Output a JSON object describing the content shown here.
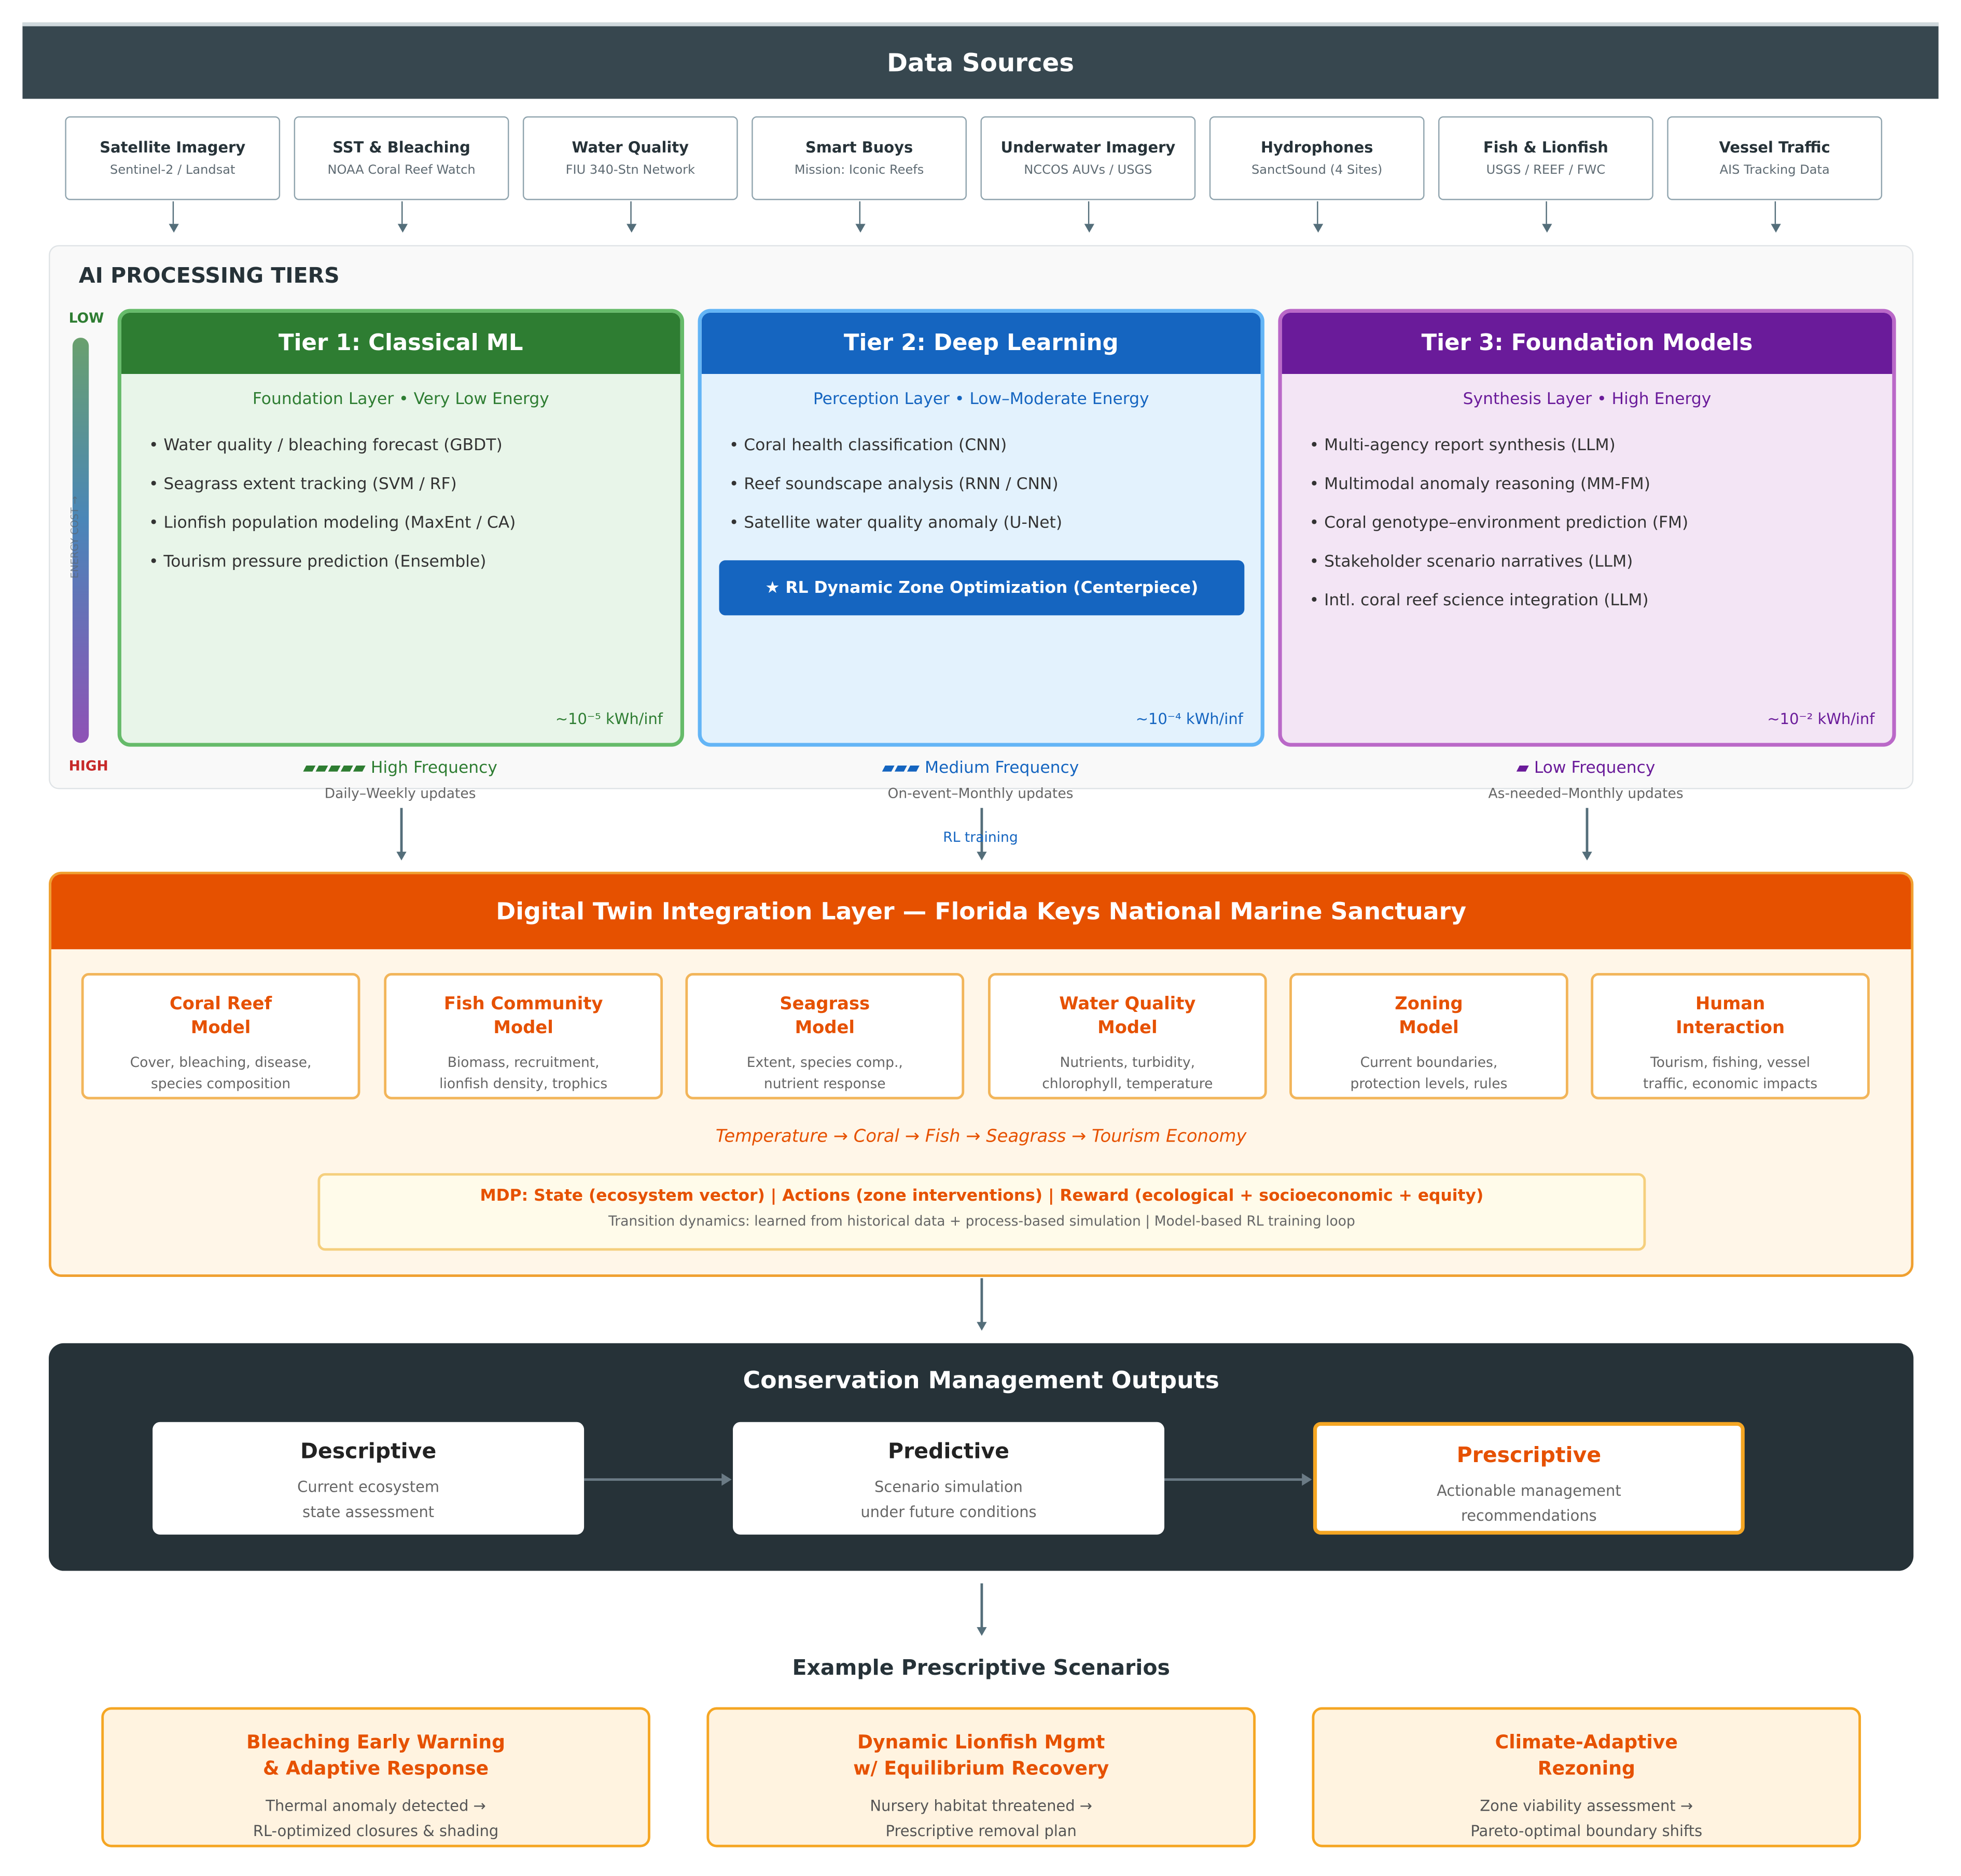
{
  "header": {
    "title": "Data Sources"
  },
  "sources": [
    {
      "name": "Satellite Imagery",
      "sub": "Sentinel-2 / Landsat"
    },
    {
      "name": "SST & Bleaching",
      "sub": "NOAA Coral Reef Watch"
    },
    {
      "name": "Water Quality",
      "sub": "FIU 340-Stn Network"
    },
    {
      "name": "Smart Buoys",
      "sub": "Mission: Iconic Reefs"
    },
    {
      "name": "Underwater Imagery",
      "sub": "NCCOS AUVs / USGS"
    },
    {
      "name": "Hydrophones",
      "sub": "SanctSound (4 Sites)"
    },
    {
      "name": "Fish & Lionfish",
      "sub": "USGS / REEF / FWC"
    },
    {
      "name": "Vessel Traffic",
      "sub": "AIS Tracking Data"
    }
  ],
  "tiers_section": {
    "title": "AI PROCESSING TIERS",
    "low_label": "LOW",
    "high_label": "HIGH",
    "axis_label": "ENERGY COST →"
  },
  "tiers": [
    {
      "title": "Tier 1: Classical ML",
      "subtitle": "Foundation Layer • Very Low Energy",
      "items": [
        "• Water quality / bleaching forecast (GBDT)",
        "• Seagrass extent tracking (SVM / RF)",
        "• Lionfish population modeling (MaxEnt / CA)",
        "• Tourism pressure prediction (Ensemble)"
      ],
      "energy": "~10⁻⁵ kWh/inf",
      "freq_bars": "▰▰▰▰▰",
      "freq": "High Frequency",
      "freq_sub": "Daily–Weekly updates",
      "color": "#2e7d32",
      "bg": "#e8f5e9",
      "border": "#66bb6a"
    },
    {
      "title": "Tier 2: Deep Learning",
      "subtitle": "Perception Layer • Low–Moderate Energy",
      "items": [
        "• Coral health classification (CNN)",
        "• Reef soundscape analysis (RNN / CNN)",
        "• Satellite water quality anomaly (U-Net)"
      ],
      "highlight": "★ RL Dynamic Zone Optimization (Centerpiece)",
      "energy": "~10⁻⁴ kWh/inf",
      "freq_bars": "▰▰▰",
      "freq": "Medium Frequency",
      "freq_sub": "On-event–Monthly updates",
      "color": "#1565c0",
      "bg": "#e3f2fd",
      "border": "#64b5f6"
    },
    {
      "title": "Tier 3: Foundation Models",
      "subtitle": "Synthesis Layer • High Energy",
      "items": [
        "• Multi-agency report synthesis (LLM)",
        "• Multimodal anomaly reasoning (MM-FM)",
        "• Coral genotype–environment prediction (FM)",
        "• Stakeholder scenario narratives (LLM)",
        "• Intl. coral reef science integration (LLM)"
      ],
      "energy": "~10⁻² kWh/inf",
      "freq_bars": "▰",
      "freq": "Low Frequency",
      "freq_sub": "As-needed–Monthly updates",
      "color": "#6a1b9a",
      "bg": "#f3e5f5",
      "border": "#ba68c8"
    }
  ],
  "rl_training_label": "RL training",
  "digital_twin": {
    "title": "Digital Twin Integration Layer — Florida Keys National Marine Sanctuary",
    "models": [
      {
        "name": "Coral Reef\nModel",
        "desc": "Cover, bleaching, disease,\nspecies composition"
      },
      {
        "name": "Fish Community\nModel",
        "desc": "Biomass, recruitment,\nlionfish density, trophics"
      },
      {
        "name": "Seagrass\nModel",
        "desc": "Extent, species comp.,\nnutrient response"
      },
      {
        "name": "Water Quality\nModel",
        "desc": "Nutrients, turbidity,\nchlorophyll, temperature"
      },
      {
        "name": "Zoning\nModel",
        "desc": "Current boundaries,\nprotection levels, rules"
      },
      {
        "name": "Human\nInteraction",
        "desc": "Tourism, fishing, vessel\ntraffic, economic impacts"
      }
    ],
    "flow_chain": "Temperature → Coral → Fish → Seagrass → Tourism Economy",
    "mdp_main": "MDP: State (ecosystem vector) | Actions (zone interventions) | Reward (ecological + socioeconomic + equity)",
    "mdp_sub": "Transition dynamics: learned from historical data + process-based simulation | Model-based RL training loop"
  },
  "outputs": {
    "title": "Conservation Management Outputs",
    "items": [
      {
        "name": "Descriptive",
        "desc": "Current ecosystem\nstate assessment"
      },
      {
        "name": "Predictive",
        "desc": "Scenario simulation\nunder future conditions"
      },
      {
        "name": "Prescriptive",
        "desc": "Actionable management\nrecommendations"
      }
    ]
  },
  "scenarios": {
    "title": "Example Prescriptive Scenarios",
    "items": [
      {
        "name": "Bleaching Early Warning\n& Adaptive Response",
        "desc": "Thermal anomaly detected →\nRL-optimized closures & shading"
      },
      {
        "name": "Dynamic Lionfish Mgmt\nw/ Equilibrium Recovery",
        "desc": "Nursery habitat threatened →\nPrescriptive removal plan"
      },
      {
        "name": "Climate-Adaptive\nRezoning",
        "desc": "Zone viability assessment →\nPareto-optimal boundary shifts"
      }
    ]
  },
  "colors": {
    "orange": "#e65100",
    "dark": "#263238",
    "slate": "#37474f"
  }
}
